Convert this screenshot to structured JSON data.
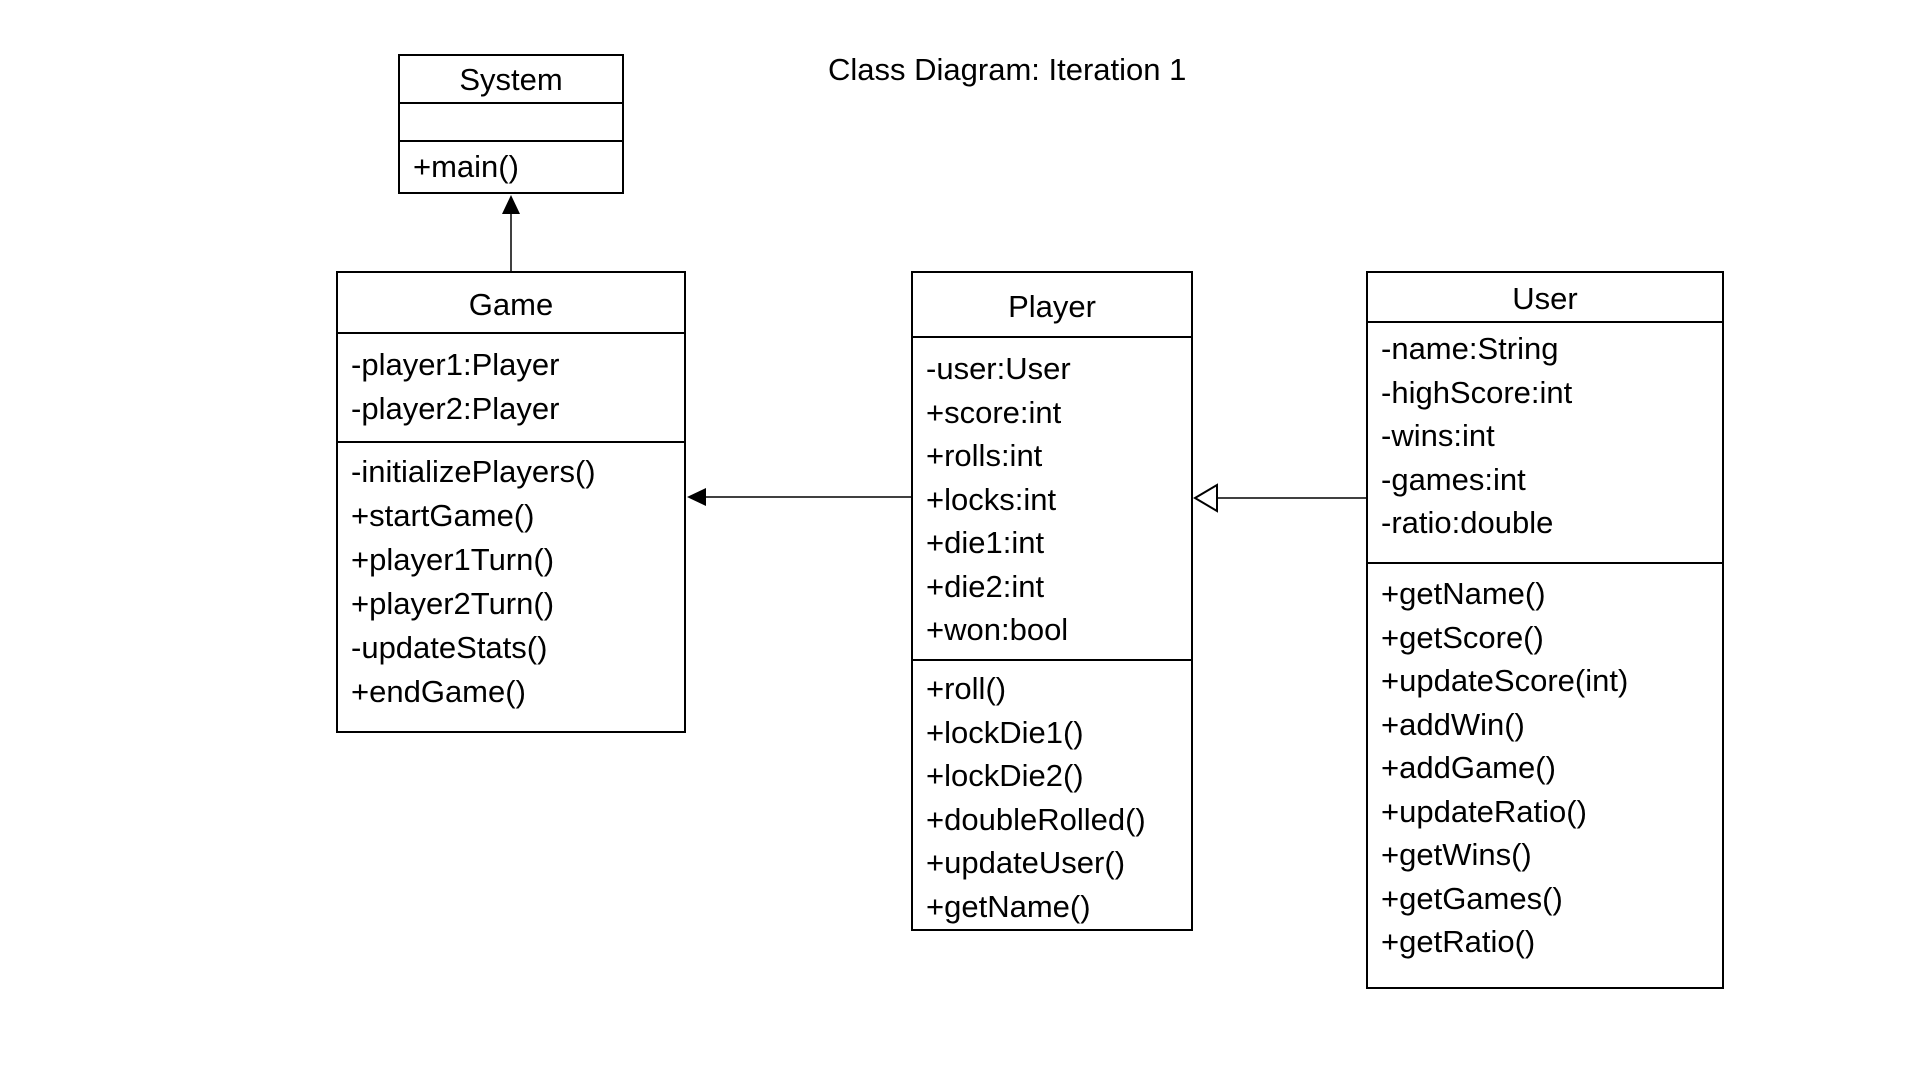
{
  "title": "Class Diagram: Iteration 1",
  "classes": {
    "system": {
      "name": "System",
      "attributes": [],
      "operations": [
        "+main()"
      ]
    },
    "game": {
      "name": "Game",
      "attributes": [
        "-player1:Player",
        "-player2:Player"
      ],
      "operations": [
        "-initializePlayers()",
        "+startGame()",
        "+player1Turn()",
        "+player2Turn()",
        "-updateStats()",
        "+endGame()"
      ]
    },
    "player": {
      "name": "Player",
      "attributes": [
        "-user:User",
        "+score:int",
        "+rolls:int",
        "+locks:int",
        "+die1:int",
        "+die2:int",
        "+won:bool"
      ],
      "operations": [
        "+roll()",
        "+lockDie1()",
        "+lockDie2()",
        "+doubleRolled()",
        "+updateUser()",
        "+getName()"
      ]
    },
    "user": {
      "name": "User",
      "attributes": [
        "-name:String",
        "-highScore:int",
        "-wins:int",
        "-games:int",
        "-ratio:double"
      ],
      "operations": [
        "+getName()",
        "+getScore()",
        "+updateScore(int)",
        "+addWin()",
        "+addGame()",
        "+updateRatio()",
        "+getWins()",
        "+getGames()",
        "+getRatio()"
      ]
    }
  },
  "relationships": [
    {
      "from": "game",
      "to": "system",
      "arrow": "filled-triangle"
    },
    {
      "from": "player",
      "to": "game",
      "arrow": "filled-triangle"
    },
    {
      "from": "user",
      "to": "player",
      "arrow": "hollow-triangle"
    }
  ]
}
